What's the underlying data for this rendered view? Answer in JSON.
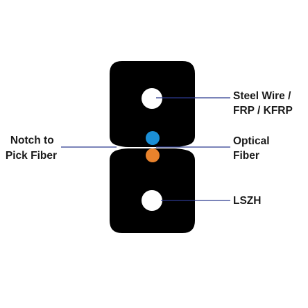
{
  "labels": {
    "steel_wire_line1": "Steel Wire /",
    "steel_wire_line2": "FRP / KFRP",
    "optical_fiber_line1": "Optical",
    "optical_fiber_line2": "Fiber",
    "lszh": "LSZH",
    "notch_line1": "Notch to",
    "notch_line2": "Pick Fiber"
  },
  "colors": {
    "sheath": "#000000",
    "strength_member": "#ffffff",
    "fiber_top": "#1b8fd6",
    "fiber_bottom": "#e8822c",
    "leader_line": "#2c3b8f",
    "label_text": "#1a1a1a"
  },
  "icons": {
    "cable_cross_section": "drop-cable-cross-section"
  }
}
